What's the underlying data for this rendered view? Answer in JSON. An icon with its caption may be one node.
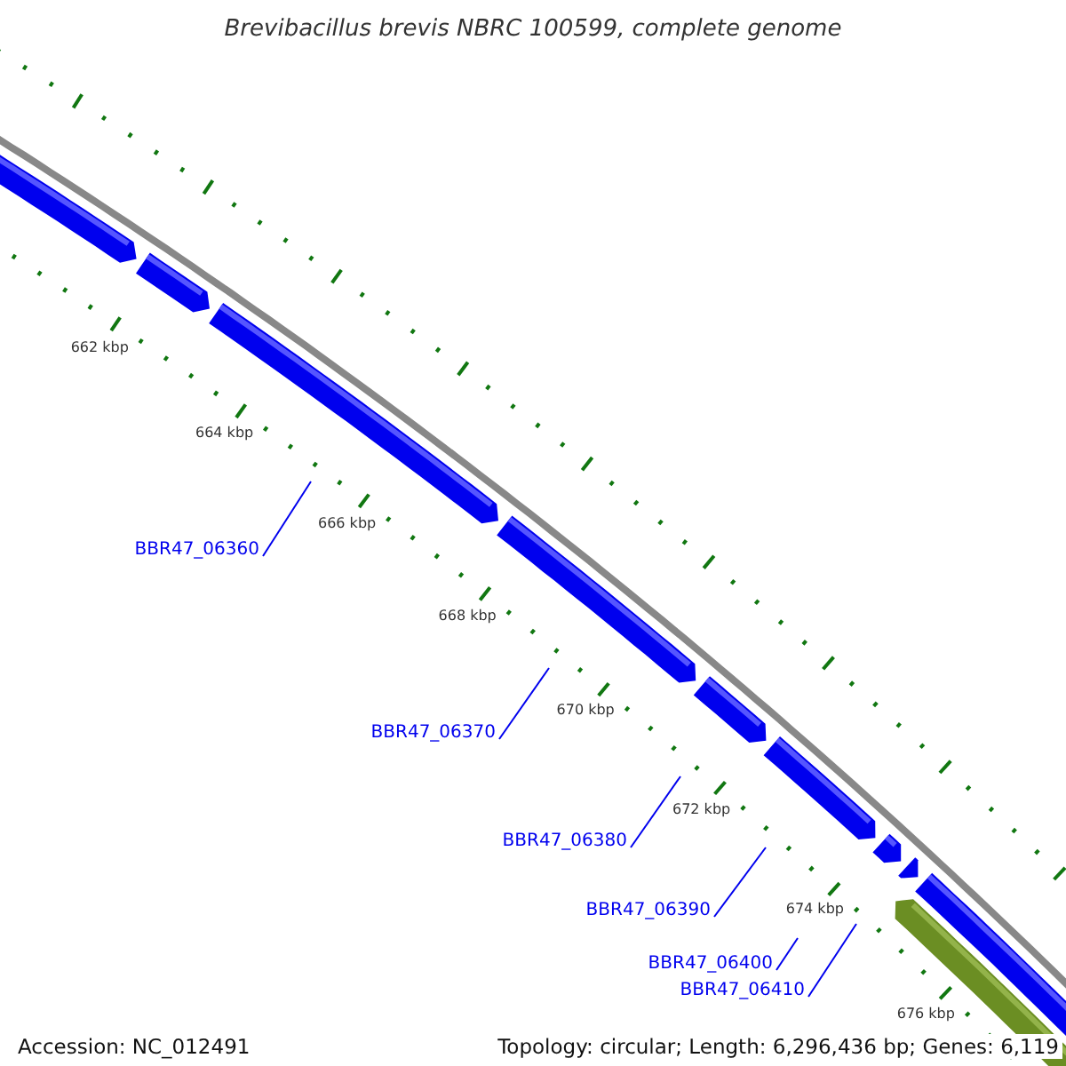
{
  "diagram": {
    "title": "Brevibacillus brevis NBRC 100599, complete genome",
    "nodes": [
      {
        "text": [
          "BBR47_06360"
        ]
      },
      {
        "text": [
          "BBR47_06370"
        ]
      },
      {
        "text": [
          "BBR47_06380"
        ]
      },
      {
        "text": [
          "BBR47_06390"
        ]
      },
      {
        "text": [
          "BBR47_06400"
        ]
      },
      {
        "text": [
          "BBR47_06410"
        ]
      }
    ],
    "edges": [
      {
        "from": 0,
        "to": null,
        "arrow": "none"
      },
      {
        "from": 1,
        "to": null,
        "arrow": "none"
      },
      {
        "from": 2,
        "to": null,
        "arrow": "none"
      },
      {
        "from": 3,
        "to": null,
        "arrow": "none"
      },
      {
        "from": 4,
        "to": null,
        "arrow": "none"
      },
      {
        "from": 5,
        "to": null,
        "arrow": "none"
      }
    ],
    "labels": [
      "662 kbp",
      "664 kbp",
      "666 kbp",
      "668 kbp",
      "670 kbp",
      "672 kbp",
      "674 kbp",
      "676 kbp",
      "Accession: NC_012491",
      "Topology: circular; Length: 6,296,436 bp; Genes: 6,119"
    ]
  }
}
